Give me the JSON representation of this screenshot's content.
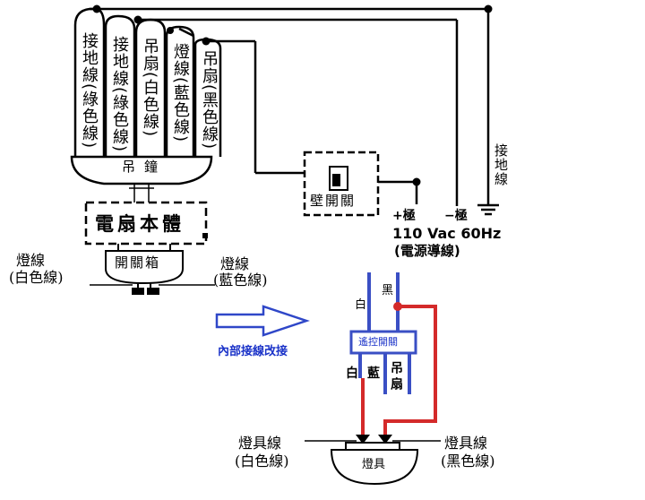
{
  "fan_wires": {
    "ground_green": "接地線(綠色線)",
    "ground_green_2": "接地線(綠色線)",
    "fan_white": "吊扇(白色線)",
    "light_blue": "燈線(藍色線)",
    "fan_black": "吊扇(黑色線)"
  },
  "canopy_label": "吊鐘",
  "fan_body_label": "電扇本體",
  "switch_box_label": "開關箱",
  "light_wire_left": {
    "line1": "燈線",
    "line2": "(白色線)"
  },
  "light_wire_right": {
    "line1": "燈線",
    "line2": "(藍色線)"
  },
  "wall_switch_label": "壁開關",
  "ground_label": "接地線",
  "power": {
    "plus": "+極",
    "minus": "−極",
    "voltage": "110 Vac 60Hz",
    "source": "(電源導線)"
  },
  "rewire_label": "內部接線改接",
  "remote": {
    "box_label": "遙控開關",
    "white_in": "白",
    "black_in": "黑",
    "out_white": "白",
    "out_blue": "藍",
    "out_fan": "吊扇"
  },
  "lamp": {
    "body_label": "燈具",
    "left_line1": "燈具線",
    "left_line2": "(白色線)",
    "right_line1": "燈具線",
    "right_line2": "(黑色線)"
  },
  "colors": {
    "blue_wire": "#3a4fc4",
    "red_wire": "#d42a2a",
    "arrow": "#2f47c8"
  }
}
